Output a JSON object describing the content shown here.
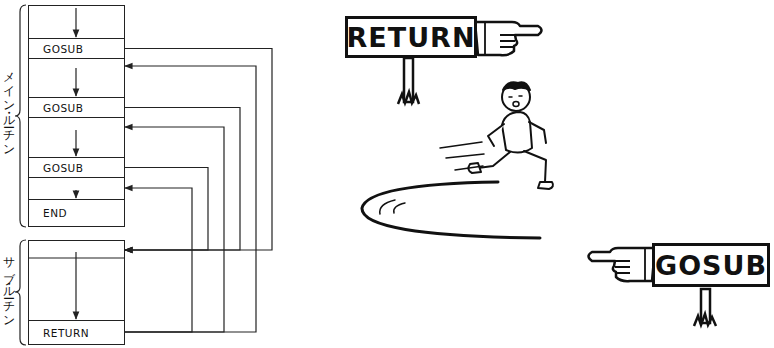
{
  "diagram": {
    "nodes": [
      {
        "text": [
          "メイン・ルーチン"
        ]
      },
      {
        "text": [
          "GOSUB"
        ],
        "in": 0
      },
      {
        "text": [
          "GOSUB"
        ],
        "in": 0
      },
      {
        "text": [
          "GOSUB"
        ],
        "in": 0
      },
      {
        "text": [
          "END"
        ],
        "in": 0
      },
      {
        "text": [
          "サブ・ルーチン"
        ]
      },
      {
        "text": [
          "RETURN"
        ],
        "in": 5
      },
      {
        "text": [
          "RETURN"
        ]
      },
      {
        "text": [
          "GOSUB"
        ]
      }
    ],
    "edges": [
      {
        "from": 1,
        "to": 5,
        "arrow": "to"
      },
      {
        "from": 2,
        "to": 5,
        "arrow": "to"
      },
      {
        "from": 3,
        "to": 5,
        "arrow": "to"
      },
      {
        "from": 6,
        "to": 0,
        "arrow": "to"
      },
      {
        "from": 6,
        "to": 0,
        "arrow": "to"
      },
      {
        "from": 6,
        "to": 0,
        "arrow": "to"
      }
    ]
  }
}
